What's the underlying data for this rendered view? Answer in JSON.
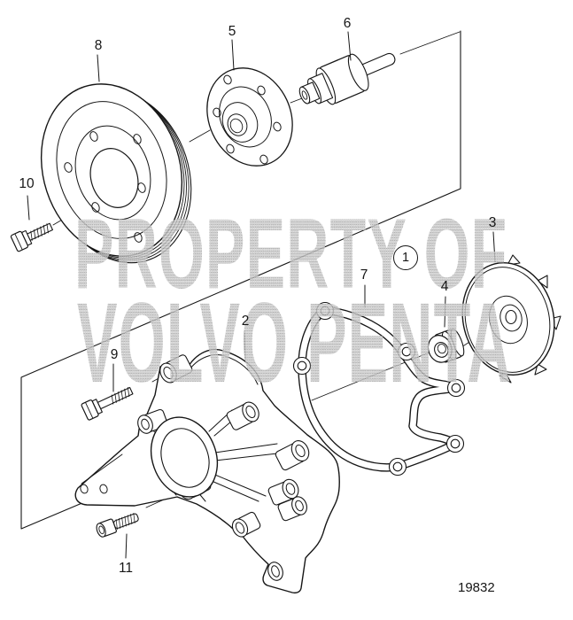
{
  "figure": {
    "watermark": {
      "line1": "PROPERTY OF",
      "line2": "VOLVO PENTA"
    },
    "drawing_number": "19832",
    "callouts": [
      {
        "label": "8"
      },
      {
        "label": "5"
      },
      {
        "label": "6"
      },
      {
        "label": "10"
      },
      {
        "label": "9"
      },
      {
        "label": "2"
      },
      {
        "label": "11"
      },
      {
        "label": "7"
      },
      {
        "label": "4"
      },
      {
        "label": "3"
      },
      {
        "label": "1"
      }
    ],
    "colors": {
      "line": "#161616",
      "background": "#ffffff",
      "watermark": "#c9c9c9"
    }
  }
}
